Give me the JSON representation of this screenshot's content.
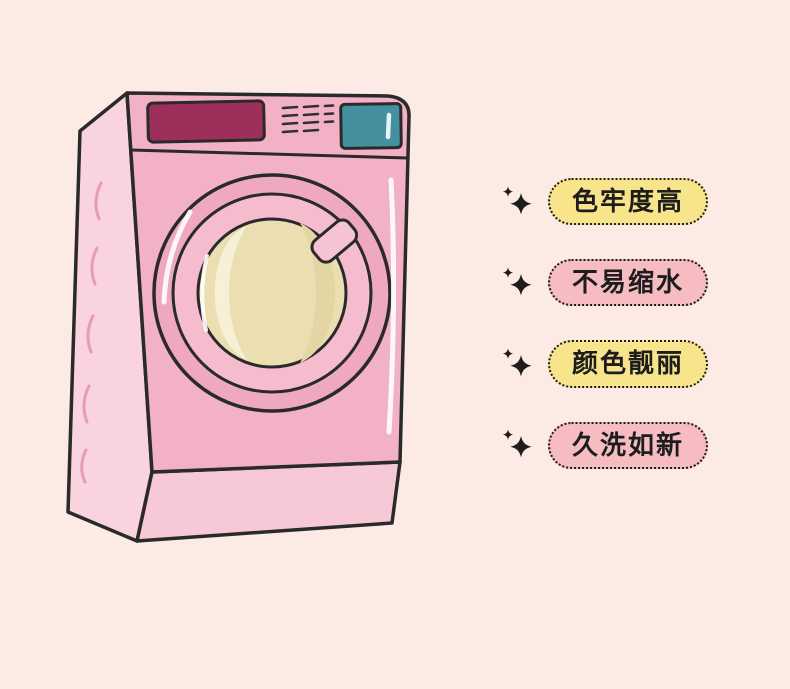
{
  "page": {
    "background_color": "#fcebe4"
  },
  "illustration": {
    "label": "pink front-load washing machine",
    "colors": {
      "outline": "#2a2a2a",
      "body": "#f3b1c6",
      "side_panel": "#f9d3de",
      "side_texture": "#e79cb6",
      "base": "#f7c9d6",
      "door_outer": "#efa8c2",
      "door_ring": "#f5bccd",
      "door_notch": "#f6c3d4",
      "glass": "#ebdfb2",
      "glass_highlight": "#f7f0d6",
      "glass_shade": "#e4d5a4",
      "display": "#9e2f5b",
      "control_button": "#44909f",
      "control_button_mark": "#e9f3f3",
      "panel_detail": "#2f2f2f",
      "highlight": "#ffffff"
    }
  },
  "features": {
    "icon": "sparkle-icon",
    "icon_color": "#1d1d1d",
    "items": [
      {
        "label": "色牢度高",
        "badge_color": "#f8e58b"
      },
      {
        "label": "不易缩水",
        "badge_color": "#f6bcc1"
      },
      {
        "label": "颜色靓丽",
        "badge_color": "#f8e58b"
      },
      {
        "label": "久洗如新",
        "badge_color": "#f6bcc1"
      }
    ]
  }
}
